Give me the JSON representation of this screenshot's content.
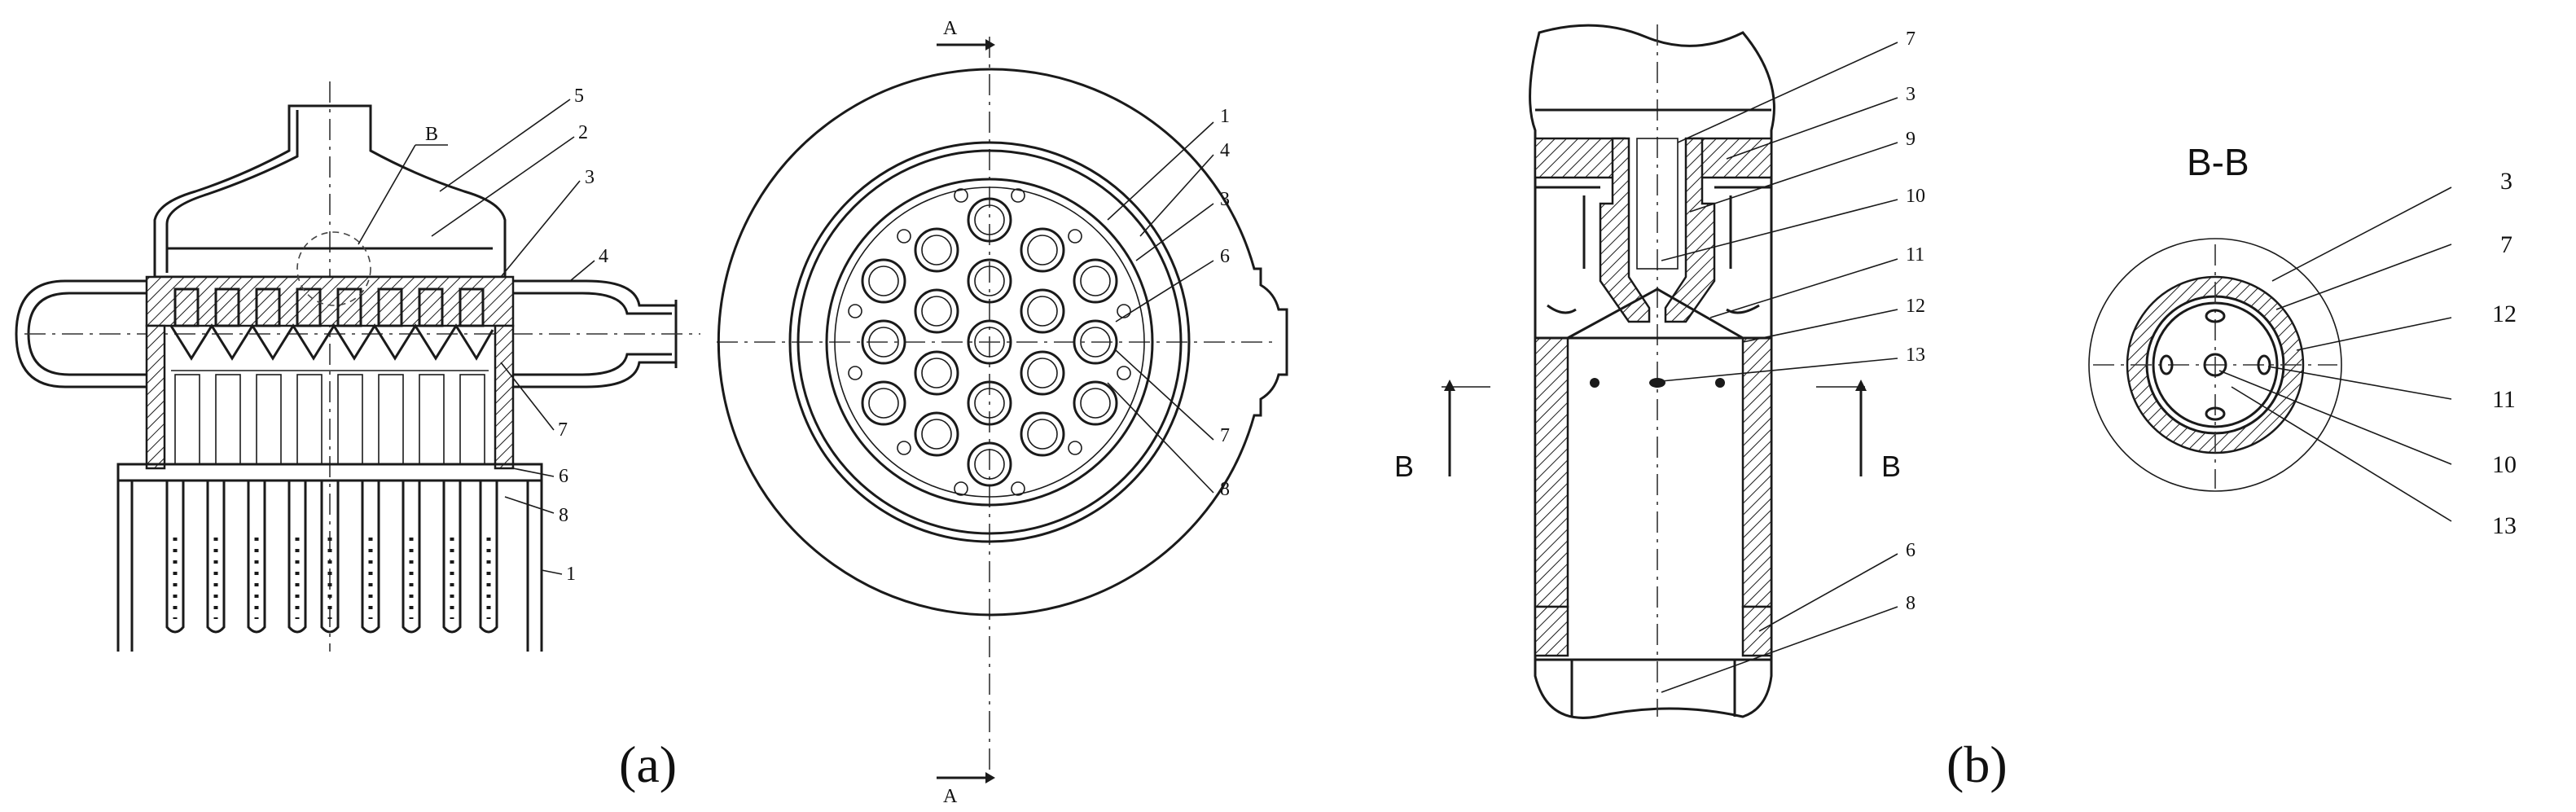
{
  "panel_a": {
    "caption": "(a)",
    "section_mark": "A",
    "detail_mark": "B",
    "front_labels": [
      "5",
      "2",
      "3",
      "4",
      "7",
      "6",
      "8",
      "1"
    ],
    "top_labels": [
      "1",
      "4",
      "3",
      "6",
      "7",
      "8"
    ]
  },
  "panel_b": {
    "caption": "(b)",
    "section_mark": "B",
    "section_title": "B-B",
    "detail_labels": [
      "7",
      "3",
      "9",
      "10",
      "11",
      "12",
      "13",
      "6",
      "8"
    ],
    "section_labels": [
      "3",
      "7",
      "12",
      "11",
      "10",
      "13"
    ]
  }
}
